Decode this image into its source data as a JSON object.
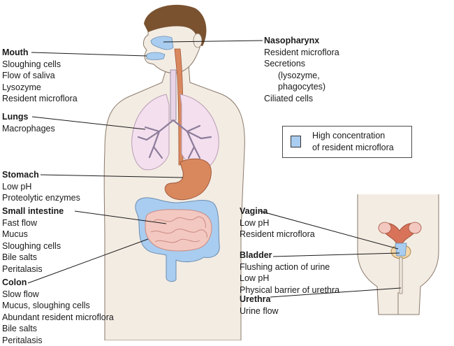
{
  "colors": {
    "skin": "#f3ece3",
    "skin_outline": "#8a7a6a",
    "hair": "#7a5230",
    "lung": "#f3dfee",
    "bronchi": "#8c7c9a",
    "stomach": "#d9885e",
    "small_intestine": "#f3c8c0",
    "colon": "#a9cdf0",
    "microflora": "#a9cdf0",
    "uterus": "#d8735a"
  },
  "legend": {
    "line1": "High concentration",
    "line2": "of resident microflora"
  },
  "labels": {
    "mouth": {
      "title": "Mouth",
      "items": [
        "Sloughing cells",
        "Flow of saliva",
        "Lysozyme",
        "Resident microflora"
      ]
    },
    "lungs": {
      "title": "Lungs",
      "items": [
        "Macrophages"
      ]
    },
    "stomach": {
      "title": "Stomach",
      "items": [
        "Low pH",
        "Proteolytic enzymes"
      ]
    },
    "small_intestine": {
      "title": "Small intestine",
      "items": [
        "Fast flow",
        "Mucus",
        "Sloughing cells",
        "Bile salts",
        "Peritalasis"
      ]
    },
    "colon": {
      "title": "Colon",
      "items": [
        "Slow flow",
        "Mucus, sloughing cells",
        "Abundant resident microflora",
        "Bile salts",
        "Peritalasis"
      ]
    },
    "nasopharynx": {
      "title": "Nasopharynx",
      "items": [
        "Resident microflora",
        "Secretions",
        "(lysozyme,",
        "phagocytes)",
        "Ciliated cells"
      ]
    },
    "vagina": {
      "title": "Vagina",
      "items": [
        "Low pH",
        "Resident microflora"
      ]
    },
    "bladder": {
      "title": "Bladder",
      "items": [
        "Flushing action of urine",
        "Low pH",
        "Physical barrier of urethra"
      ]
    },
    "urethra": {
      "title": "Urethra",
      "items": [
        "Urine flow"
      ]
    }
  }
}
